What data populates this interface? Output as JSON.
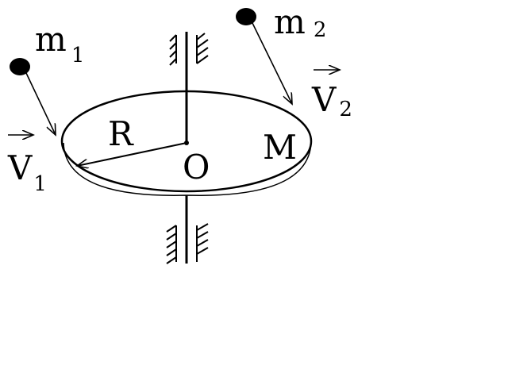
{
  "diagram": {
    "masses": {
      "m1": {
        "symbol": "m",
        "index": "1"
      },
      "m2": {
        "symbol": "m",
        "index": "2"
      }
    },
    "velocities": {
      "v1": {
        "symbol": "V",
        "index": "1"
      },
      "v2": {
        "symbol": "V",
        "index": "2"
      }
    },
    "disk": {
      "radius_label": "R",
      "center_label": "O",
      "mass_label": "M"
    }
  },
  "colors": {
    "ink": "#000000",
    "background": "#ffffff"
  }
}
